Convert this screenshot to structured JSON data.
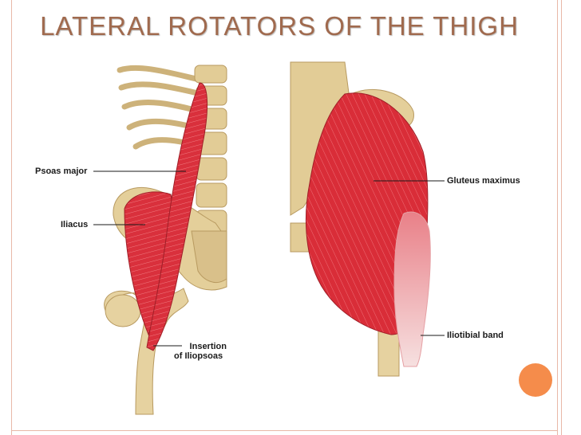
{
  "slide": {
    "title": "LATERAL ROTATORS OF THE THIGH"
  },
  "labels": {
    "psoas_major": "Psoas major",
    "iliacus": "Iliacus",
    "insertion_line1": "Insertion",
    "insertion_line2": "of Iliopsoas",
    "gluteus_maximus": "Gluteus maximus",
    "iliotibial_band": "Iliotibial band"
  },
  "colors": {
    "frame": "#e8b8a8",
    "title": "#a06a4e",
    "accent_dot": "#f58c4b",
    "muscle": "#d9303c",
    "bone": "#e2cc96"
  }
}
